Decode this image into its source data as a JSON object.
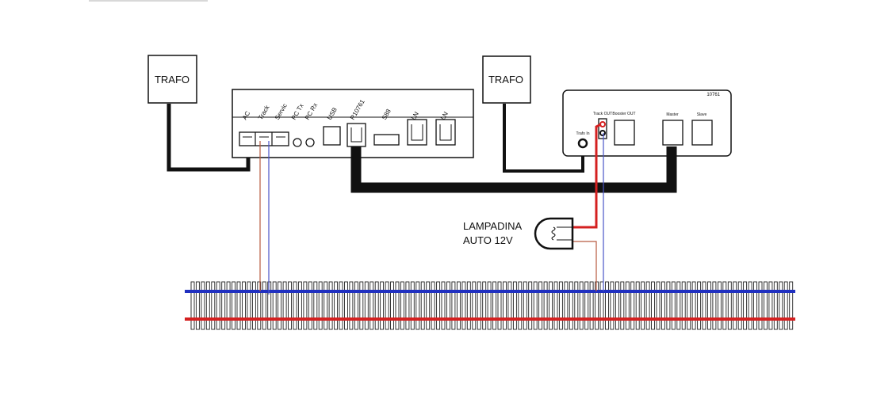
{
  "trafo_left": {
    "label": "TRAFO"
  },
  "trafo_right": {
    "label": "TRAFO"
  },
  "central_unit": {
    "ports": [
      {
        "name": "port-ac",
        "label": "AC"
      },
      {
        "name": "port-track",
        "label": "Track"
      },
      {
        "name": "port-servic",
        "label": "Servic"
      },
      {
        "name": "port-pc-tx",
        "label": "PC Tx"
      },
      {
        "name": "port-pc-rx",
        "label": "PC Rx"
      },
      {
        "name": "port-usb",
        "label": "USB"
      },
      {
        "name": "port-r10761",
        "label": "R10761"
      },
      {
        "name": "port-s88",
        "label": "S88"
      },
      {
        "name": "port-ln-1",
        "label": "LN"
      },
      {
        "name": "port-ln-2",
        "label": "LN"
      }
    ]
  },
  "booster": {
    "model": "10761",
    "labels": {
      "trafo_in": "Trafo In",
      "track_out": "Track OUT",
      "booster_out": "Booster OUT",
      "master": "Master",
      "slave": "Slave"
    }
  },
  "lamp": {
    "line1": "LAMPADINA",
    "line2": "AUTO 12V"
  },
  "colors": {
    "red_rail": "#d42020",
    "blue_rail": "#2030c0",
    "cable": "#000000",
    "sleeper": "#222222"
  }
}
